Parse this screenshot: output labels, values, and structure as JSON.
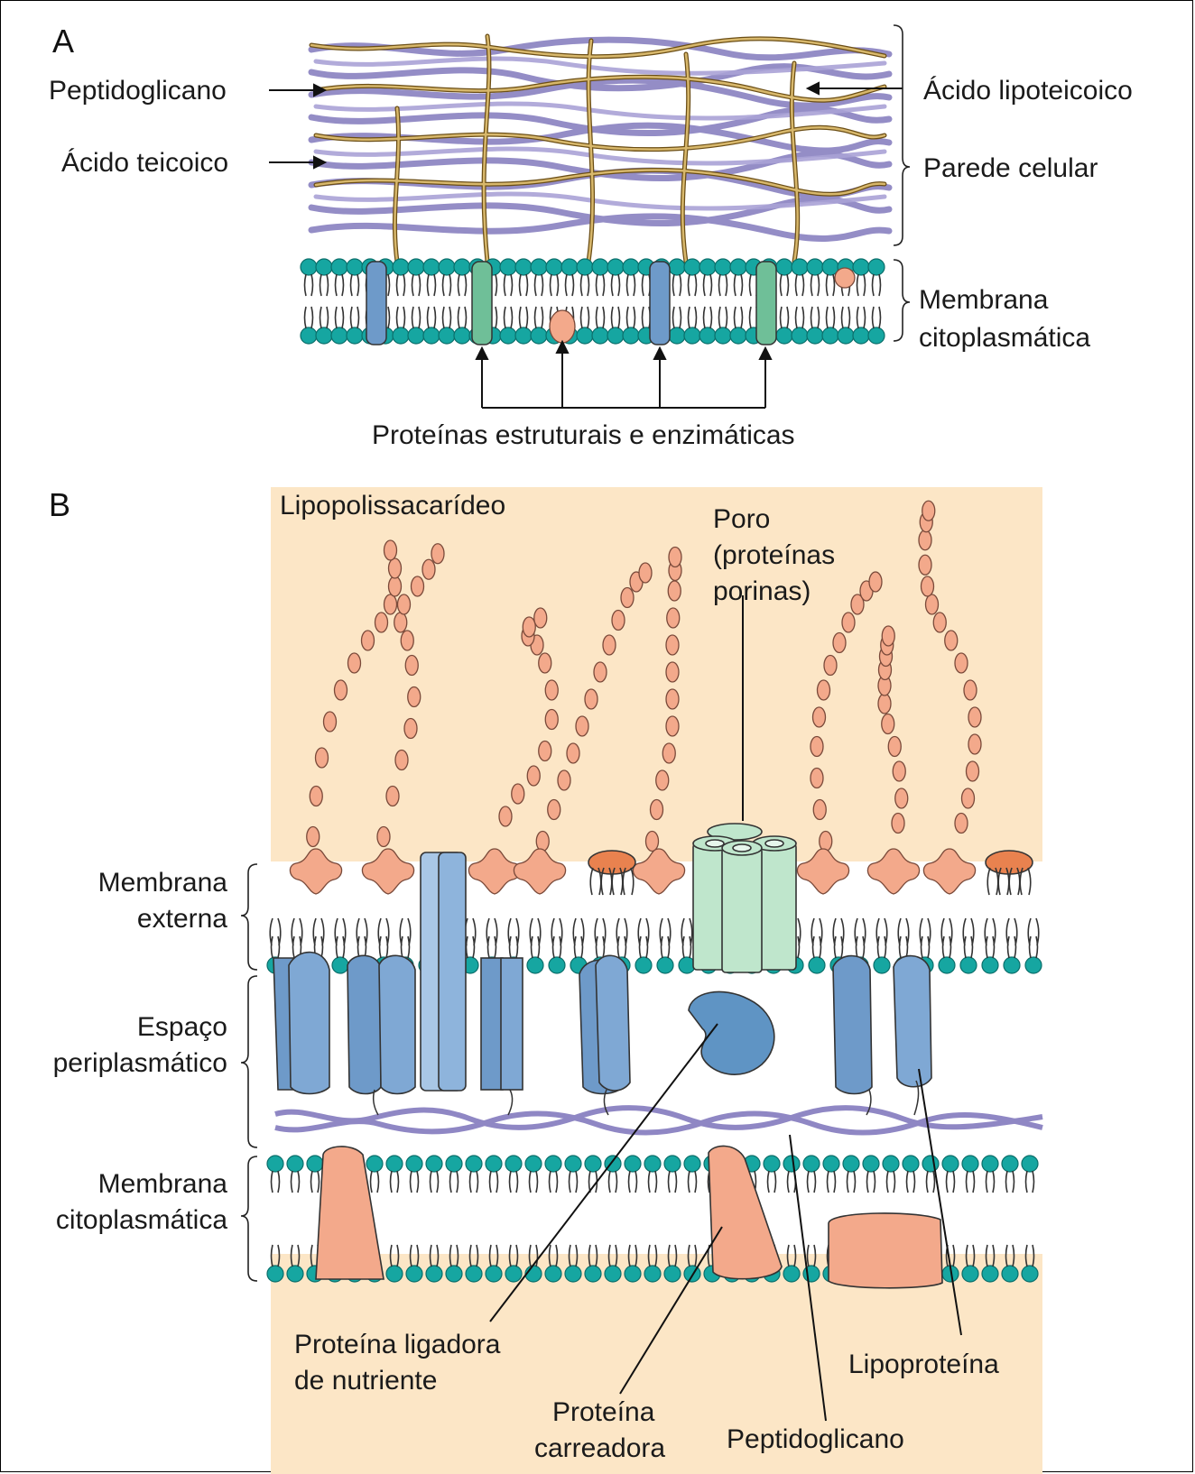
{
  "colors": {
    "peptidoglycan": "#8f87c4",
    "teichoic_acid": "#b58d3e",
    "lipid_head": "#16a6a1",
    "lps_background": "#fce6c6",
    "lps_sugar": "#f3a98b",
    "lipid_a": "#f19c79",
    "porin": "#bfe6cc",
    "membrane_protein_blue": "#6e9ac9",
    "carrier_protein": "#f3a98b",
    "enzyme_orange": "#e9824f"
  },
  "panel_a": {
    "letter": "A",
    "labels": {
      "peptidoglycan": "Peptidoglicano",
      "teichoic_acid": "Ácido teicoico",
      "lipoteichoic_acid": "Ácido lipoteicoico",
      "cell_wall": "Parede celular",
      "membrane_line1": "Membrana",
      "membrane_line2": "citoplasmática",
      "proteins": "Proteínas estruturais e enzimáticas"
    }
  },
  "panel_b": {
    "letter": "B",
    "labels": {
      "lps": "Lipopolissacarídeo",
      "porin_line1": "Poro",
      "porin_line2": "(proteínas",
      "porin_line3": "porinas)",
      "outer_membrane_line1": "Membrana",
      "outer_membrane_line2": "externa",
      "periplasm_line1": "Espaço",
      "periplasm_line2": "periplasmático",
      "cyto_membrane_line1": "Membrana",
      "cyto_membrane_line2": "citoplasmática",
      "binding_protein_line1": "Proteína ligadora",
      "binding_protein_line2": "de nutriente",
      "carrier_protein_line1": "Proteína",
      "carrier_protein_line2": "carreadora",
      "peptidoglycan": "Peptidoglicano",
      "lipoprotein": "Lipoproteína"
    }
  }
}
